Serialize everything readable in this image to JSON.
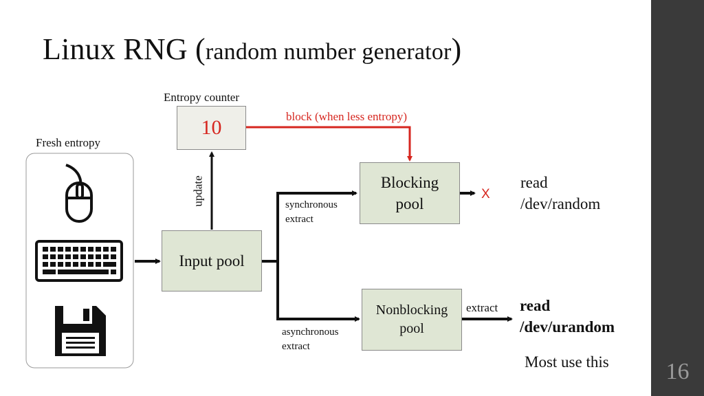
{
  "slide": {
    "title_main": "Linux RNG (",
    "title_sub": "random number generator",
    "title_close": ")",
    "page_number": "16"
  },
  "diagram": {
    "fresh_entropy_label": "Fresh entropy",
    "entropy_counter_label": "Entropy counter",
    "entropy_counter_value": "10",
    "block_label": "block (when less entropy)",
    "update_label": "update",
    "input_pool_label": "Input pool",
    "blocking_pool_line1": "Blocking",
    "blocking_pool_line2": "pool",
    "nonblocking_pool_line1": "Nonblocking",
    "nonblocking_pool_line2": "pool",
    "sync_line1": "synchronous",
    "sync_line2": "extract",
    "async_line1": "asynchronous",
    "async_line2": "extract",
    "extract_label": "extract",
    "blocked_mark": "X",
    "read_random_line1": "read",
    "read_random_line2": "/dev/random",
    "read_urandom_line1": "read",
    "read_urandom_line2": "/dev/urandom",
    "most_use_label": "Most use this"
  },
  "icons": [
    "mouse-icon",
    "keyboard-icon",
    "floppy-disk-icon"
  ],
  "colors": {
    "accent_red": "#d6261f",
    "box_fill": "#dfe6d4",
    "sidebar": "#3a3a3a"
  }
}
